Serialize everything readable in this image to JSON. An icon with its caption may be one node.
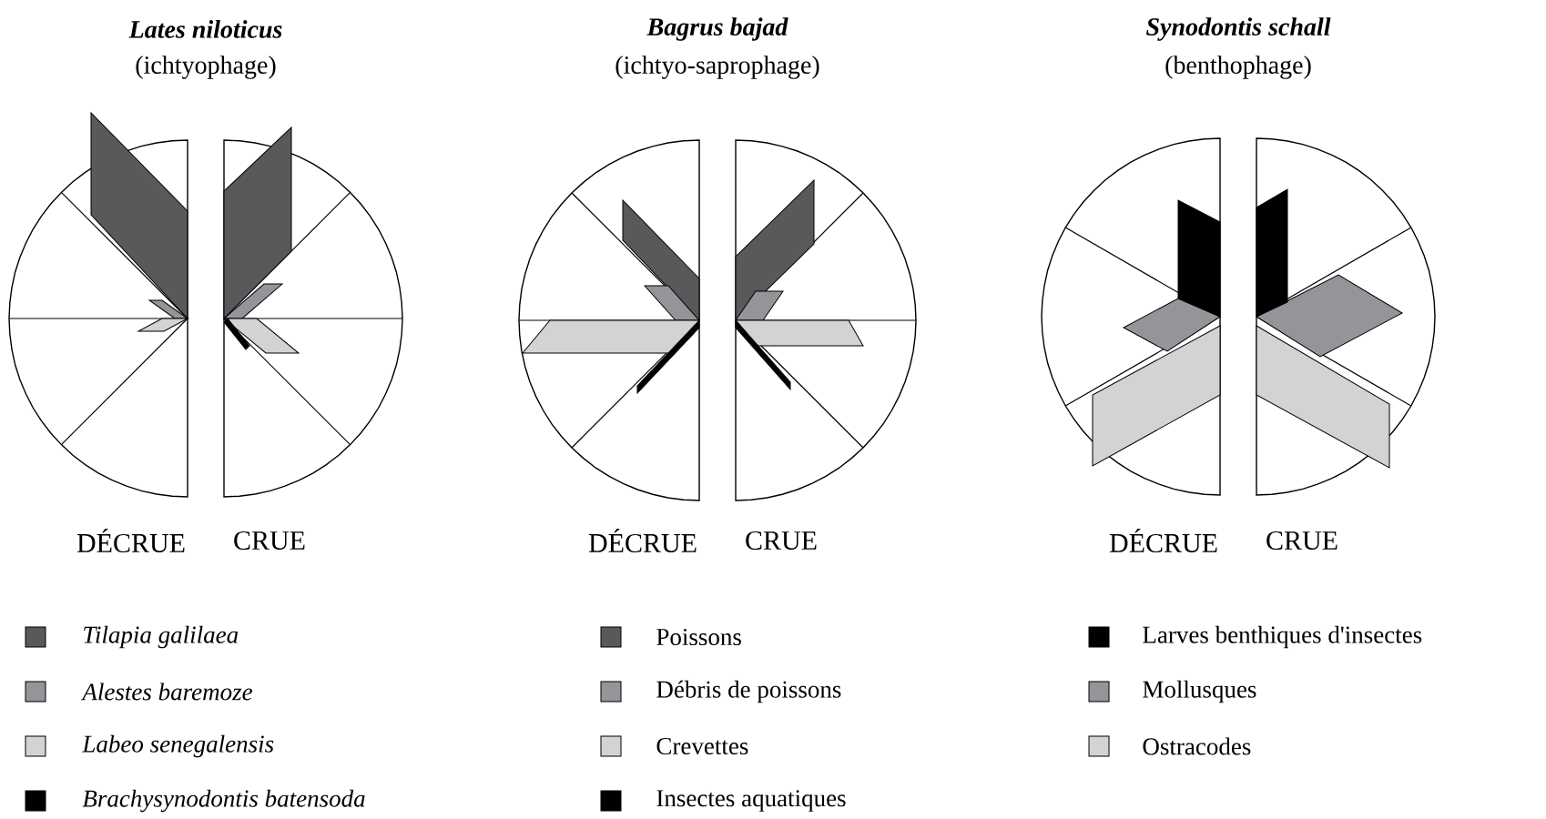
{
  "diagram": {
    "labels": [
      "Lates niloticus",
      "(ichtyophage)",
      "Bagrus bajad",
      "(ichtyo-saprophage)",
      "Synodontis schall",
      "(benthophage)",
      "DÉCRUE",
      "CRUE",
      "DÉCRUE",
      "CRUE",
      "DÉCRUE",
      "CRUE"
    ],
    "legend": [
      {
        "text": "Tilapia galilaea",
        "color": "#58595b"
      },
      {
        "text": "Alestes baremoze",
        "color": "#939598"
      },
      {
        "text": "Labeo senegalensis",
        "color": "#d1d3d4"
      },
      {
        "text": "Brachysynodontis batensoda",
        "color": "#000000"
      },
      {
        "text": "Poissons",
        "color": "#58595b"
      },
      {
        "text": "Débris de poissons",
        "color": "#939598"
      },
      {
        "text": "Crevettes",
        "color": "#d1d3d4"
      },
      {
        "text": "Insectes aquatiques",
        "color": "#000000"
      },
      {
        "text": "Larves benthiques d'insectes",
        "color": "#000000"
      },
      {
        "text": "Mollusques",
        "color": "#939598"
      },
      {
        "text": "Ostracodes",
        "color": "#d1d3d4"
      }
    ]
  }
}
